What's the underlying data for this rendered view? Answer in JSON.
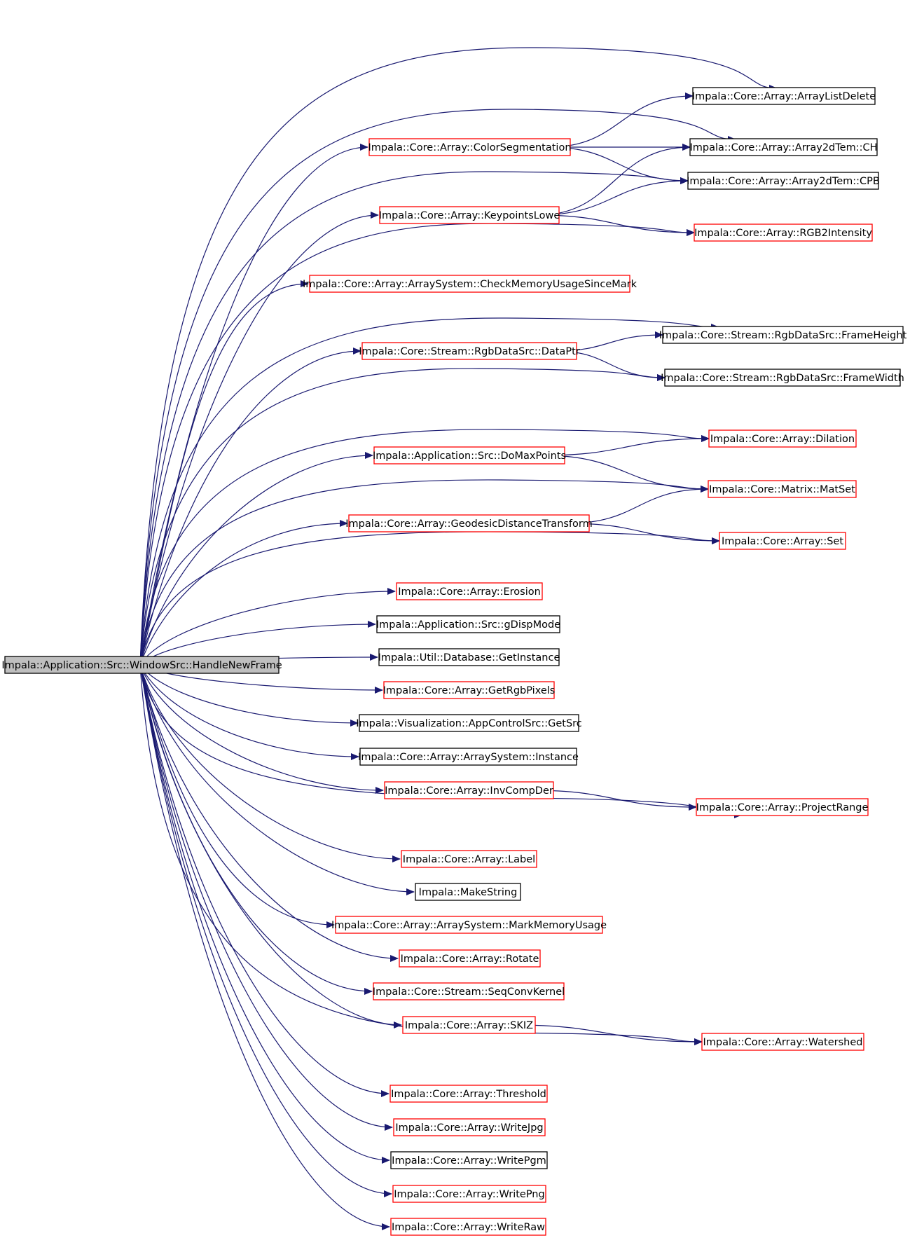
{
  "colors": {
    "edge": "#191970",
    "root_fill": "#bfbfbf",
    "root_border": "#000000",
    "border_red": "#ff0000",
    "border_black": "#000000",
    "node_fill": "#ffffff"
  },
  "root": {
    "label": "Impala::Application::Src::WindowSrc::HandleNewFrame"
  },
  "nodes": [
    {
      "id": "arraylistdelete",
      "label": "Impala::Core::Array::ArrayListDelete",
      "border": "black"
    },
    {
      "id": "colorseg",
      "label": "Impala::Core::Array::ColorSegmentation",
      "border": "red"
    },
    {
      "id": "array2dch",
      "label": "Impala::Core::Array::Array2dTem::CH",
      "border": "black"
    },
    {
      "id": "array2dcpb",
      "label": "Impala::Core::Array::Array2dTem::CPB",
      "border": "black"
    },
    {
      "id": "keypoints",
      "label": "Impala::Core::Array::KeypointsLowe",
      "border": "red"
    },
    {
      "id": "rgb2int",
      "label": "Impala::Core::Array::RGB2Intensity",
      "border": "red"
    },
    {
      "id": "checkmem",
      "label": "Impala::Core::Array::ArraySystem::CheckMemoryUsageSinceMark",
      "border": "red"
    },
    {
      "id": "frameheight",
      "label": "Impala::Core::Stream::RgbDataSrc::FrameHeight",
      "border": "black"
    },
    {
      "id": "dataptr",
      "label": "Impala::Core::Stream::RgbDataSrc::DataPtr",
      "border": "red"
    },
    {
      "id": "framewidth",
      "label": "Impala::Core::Stream::RgbDataSrc::FrameWidth",
      "border": "black"
    },
    {
      "id": "dilation",
      "label": "Impala::Core::Array::Dilation",
      "border": "red"
    },
    {
      "id": "domax",
      "label": "Impala::Application::Src::DoMaxPoints",
      "border": "red"
    },
    {
      "id": "matset",
      "label": "Impala::Core::Matrix::MatSet",
      "border": "red"
    },
    {
      "id": "geodesic",
      "label": "Impala::Core::Array::GeodesicDistanceTransform",
      "border": "red"
    },
    {
      "id": "set",
      "label": "Impala::Core::Array::Set",
      "border": "red"
    },
    {
      "id": "erosion",
      "label": "Impala::Core::Array::Erosion",
      "border": "red"
    },
    {
      "id": "gdisp",
      "label": "Impala::Application::Src::gDispMode",
      "border": "black"
    },
    {
      "id": "getinstance",
      "label": "Impala::Util::Database::GetInstance",
      "border": "black"
    },
    {
      "id": "getrgb",
      "label": "Impala::Core::Array::GetRgbPixels",
      "border": "red"
    },
    {
      "id": "getsrc",
      "label": "Impala::Visualization::AppControlSrc::GetSrc",
      "border": "black"
    },
    {
      "id": "instance",
      "label": "Impala::Core::Array::ArraySystem::Instance",
      "border": "black"
    },
    {
      "id": "invcomp",
      "label": "Impala::Core::Array::InvCompDer",
      "border": "red"
    },
    {
      "id": "projectrange",
      "label": "Impala::Core::Array::ProjectRange",
      "border": "red"
    },
    {
      "id": "label",
      "label": "Impala::Core::Array::Label",
      "border": "red"
    },
    {
      "id": "makestring",
      "label": "Impala::MakeString",
      "border": "black"
    },
    {
      "id": "markmem",
      "label": "Impala::Core::Array::ArraySystem::MarkMemoryUsage",
      "border": "red"
    },
    {
      "id": "rotate",
      "label": "Impala::Core::Array::Rotate",
      "border": "red"
    },
    {
      "id": "seqconv",
      "label": "Impala::Core::Stream::SeqConvKernel",
      "border": "red"
    },
    {
      "id": "skiz",
      "label": "Impala::Core::Array::SKIZ",
      "border": "red"
    },
    {
      "id": "watershed",
      "label": "Impala::Core::Array::Watershed",
      "border": "red"
    },
    {
      "id": "threshold",
      "label": "Impala::Core::Array::Threshold",
      "border": "red"
    },
    {
      "id": "writejpg",
      "label": "Impala::Core::Array::WriteJpg",
      "border": "red"
    },
    {
      "id": "writepgm",
      "label": "Impala::Core::Array::WritePgm",
      "border": "black"
    },
    {
      "id": "writepng",
      "label": "Impala::Core::Array::WritePng",
      "border": "red"
    },
    {
      "id": "writeraw",
      "label": "Impala::Core::Array::WriteRaw",
      "border": "red"
    }
  ],
  "edges": [
    [
      "root",
      "arraylistdelete"
    ],
    [
      "root",
      "colorseg"
    ],
    [
      "root",
      "array2dch"
    ],
    [
      "root",
      "array2dcpb"
    ],
    [
      "root",
      "keypoints"
    ],
    [
      "root",
      "rgb2int"
    ],
    [
      "root",
      "checkmem"
    ],
    [
      "root",
      "frameheight"
    ],
    [
      "root",
      "dataptr"
    ],
    [
      "root",
      "framewidth"
    ],
    [
      "root",
      "dilation"
    ],
    [
      "root",
      "domax"
    ],
    [
      "root",
      "matset"
    ],
    [
      "root",
      "geodesic"
    ],
    [
      "root",
      "set"
    ],
    [
      "root",
      "erosion"
    ],
    [
      "root",
      "gdisp"
    ],
    [
      "root",
      "getinstance"
    ],
    [
      "root",
      "getrgb"
    ],
    [
      "root",
      "getsrc"
    ],
    [
      "root",
      "instance"
    ],
    [
      "root",
      "invcomp"
    ],
    [
      "root",
      "projectrange"
    ],
    [
      "root",
      "label"
    ],
    [
      "root",
      "makestring"
    ],
    [
      "root",
      "markmem"
    ],
    [
      "root",
      "rotate"
    ],
    [
      "root",
      "seqconv"
    ],
    [
      "root",
      "skiz"
    ],
    [
      "root",
      "watershed"
    ],
    [
      "root",
      "threshold"
    ],
    [
      "root",
      "writejpg"
    ],
    [
      "root",
      "writepgm"
    ],
    [
      "root",
      "writepng"
    ],
    [
      "root",
      "writeraw"
    ],
    [
      "colorseg",
      "arraylistdelete"
    ],
    [
      "colorseg",
      "array2dch"
    ],
    [
      "colorseg",
      "array2dcpb"
    ],
    [
      "keypoints",
      "array2dch"
    ],
    [
      "keypoints",
      "array2dcpb"
    ],
    [
      "keypoints",
      "rgb2int"
    ],
    [
      "dataptr",
      "frameheight"
    ],
    [
      "dataptr",
      "framewidth"
    ],
    [
      "domax",
      "dilation"
    ],
    [
      "domax",
      "matset"
    ],
    [
      "geodesic",
      "matset"
    ],
    [
      "geodesic",
      "set"
    ],
    [
      "invcomp",
      "projectrange"
    ],
    [
      "skiz",
      "watershed"
    ]
  ]
}
